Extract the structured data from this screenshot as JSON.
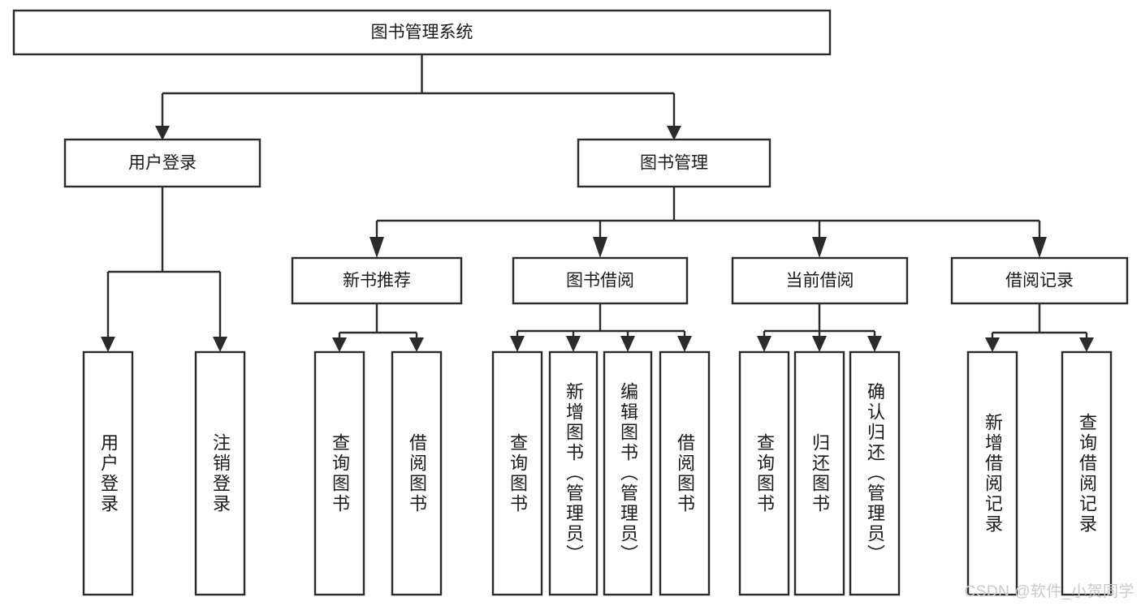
{
  "diagram": {
    "title": "图书管理系统",
    "type": "tree-hierarchy-diagram",
    "stroke_color": "#2b2b2b",
    "fill_color": "#ffffff",
    "text_color": "#1b1b1b",
    "background": "#ffffff"
  },
  "root": {
    "label": "图书管理系统"
  },
  "level2": [
    {
      "label": "用户登录"
    },
    {
      "label": "图书管理"
    }
  ],
  "level3": [
    {
      "label": "新书推荐"
    },
    {
      "label": "图书借阅"
    },
    {
      "label": "当前借阅"
    },
    {
      "label": "借阅记录"
    }
  ],
  "leaves": {
    "user_login": [
      {
        "label": "用户登录"
      },
      {
        "label": "注销登录"
      }
    ],
    "new_book_recommend": [
      {
        "label": "查询图书"
      },
      {
        "label": "借阅图书"
      }
    ],
    "book_borrow": [
      {
        "label": "查询图书"
      },
      {
        "label": "新增图书（管理员）"
      },
      {
        "label": "编辑图书（管理员）"
      },
      {
        "label": "借阅图书"
      }
    ],
    "current_borrow": [
      {
        "label": "查询图书"
      },
      {
        "label": "归还图书"
      },
      {
        "label": "确认归还（管理员）"
      }
    ],
    "borrow_record": [
      {
        "label": "新增借阅记录"
      },
      {
        "label": "查询借阅记录"
      }
    ]
  },
  "watermark": {
    "text": "CSDN @软件_小贺同学"
  }
}
